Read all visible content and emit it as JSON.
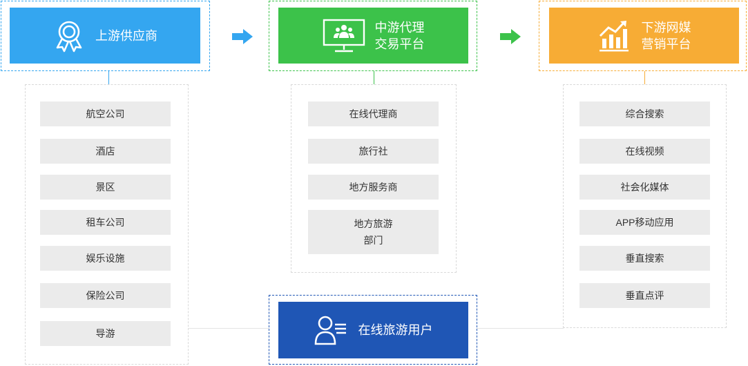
{
  "upstream": {
    "title": "上游供应商",
    "color": "#34a6f0",
    "icon": "award-ribbon-icon",
    "items": [
      "航空公司",
      "酒店",
      "景区",
      "租车公司",
      "娱乐设施",
      "保险公司",
      "导游"
    ]
  },
  "midstream": {
    "title_line1": "中游代理",
    "title_line2": "交易平台",
    "color": "#3cc24a",
    "icon": "monitor-group-icon",
    "items": [
      "在线代理商",
      "旅行社",
      "地方服务商"
    ],
    "multi_item": {
      "line1": "地方旅游",
      "line2": "部门"
    }
  },
  "downstream": {
    "title_line1": "下游网媒",
    "title_line2": "营销平台",
    "color": "#f7ac35",
    "icon": "growth-chart-icon",
    "items": [
      "综合搜索",
      "在线视频",
      "社会化媒体",
      "APP移动应用",
      "垂直搜索",
      "垂直点评"
    ]
  },
  "users": {
    "title": "在线旅游用户",
    "color": "#1f56b5",
    "icon": "user-list-icon"
  },
  "arrows": {
    "left_color": "#34a6f0",
    "right_color": "#3cc24a"
  }
}
